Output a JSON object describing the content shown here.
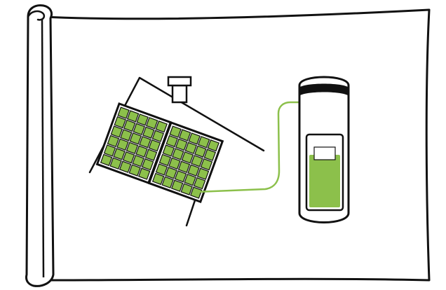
{
  "colors": {
    "background": "#ffffff",
    "ink": "#111111",
    "panel_fill": "#8cc04b",
    "panel_cell_fill": "#8cc04b",
    "pipe": "#8cc04b",
    "tank_fill_level": "#8cc04b",
    "tank_window": "#ffffff",
    "tank_band": "#111111"
  },
  "icons": {
    "banner": "rolled-paper-banner-icon",
    "house": "house-roof-icon",
    "chimney": "chimney-icon",
    "panels": "solar-panel-icon",
    "pipe": "pipe-icon",
    "tank": "hot-water-tank-icon"
  },
  "solar_panels": {
    "count": 2,
    "rows": 6,
    "cols": 5
  },
  "tank": {
    "fill_fraction": 0.75
  }
}
